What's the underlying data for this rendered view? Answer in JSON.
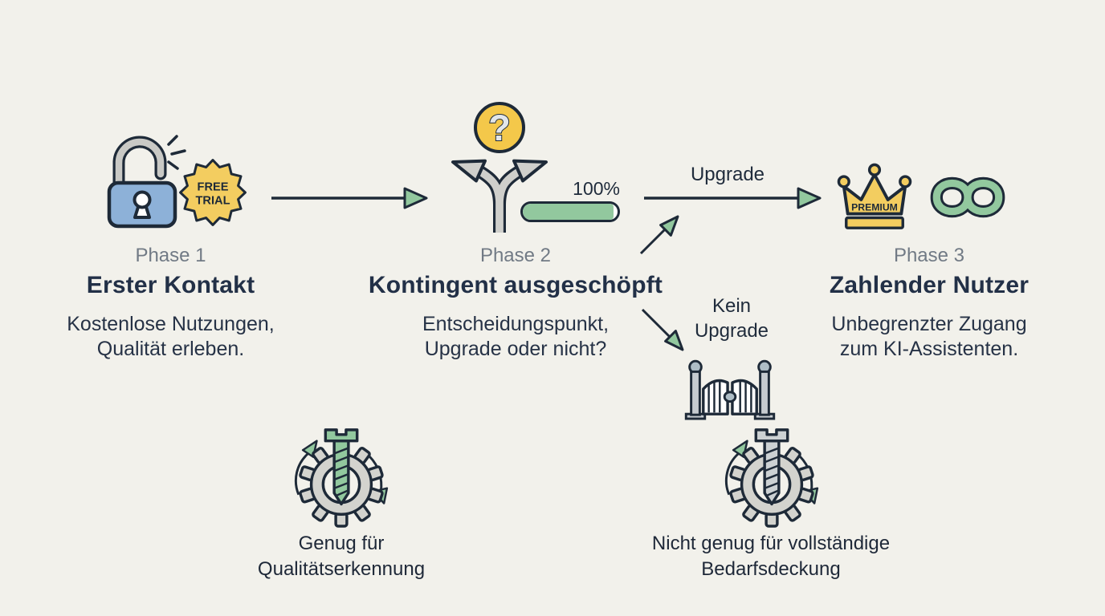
{
  "palette": {
    "background": "#f2f1eb",
    "ink": "#1e2a38",
    "gray_text": "#717a85",
    "green": "#92c89e",
    "yellow": "#f3cd60",
    "blue": "#8db1d8",
    "icon_gray": "#d3d3ce"
  },
  "phase1": {
    "label": "Phase 1",
    "title": "Erster Kontakt",
    "desc_line1": "Kostenlose Nutzungen,",
    "desc_line2": "Qualität erleben.",
    "badge_line1": "FREE",
    "badge_line2": "TRIAL"
  },
  "phase2": {
    "label": "Phase 2",
    "title": "Kontingent ausgeschöpft",
    "desc_line1": "Entscheidungspunkt,",
    "desc_line2": "Upgrade oder nicht?",
    "progress_label": "100%",
    "progress_percent": 100
  },
  "phase3": {
    "label": "Phase 3",
    "title": "Zahlender Nutzer",
    "desc_line1": "Unbegrenzter Zugang",
    "desc_line2": "zum KI-Assistenten.",
    "crown_text": "PREMIUM"
  },
  "paths": {
    "upgrade_label": "Upgrade",
    "no_upgrade_line1": "Kein",
    "no_upgrade_line2": "Upgrade"
  },
  "footnotes": {
    "left_line1": "Genug für",
    "left_line2": "Qualitätserkennung",
    "right_line1": "Nicht genug für vollständige",
    "right_line2": "Bedarfsdeckung"
  }
}
